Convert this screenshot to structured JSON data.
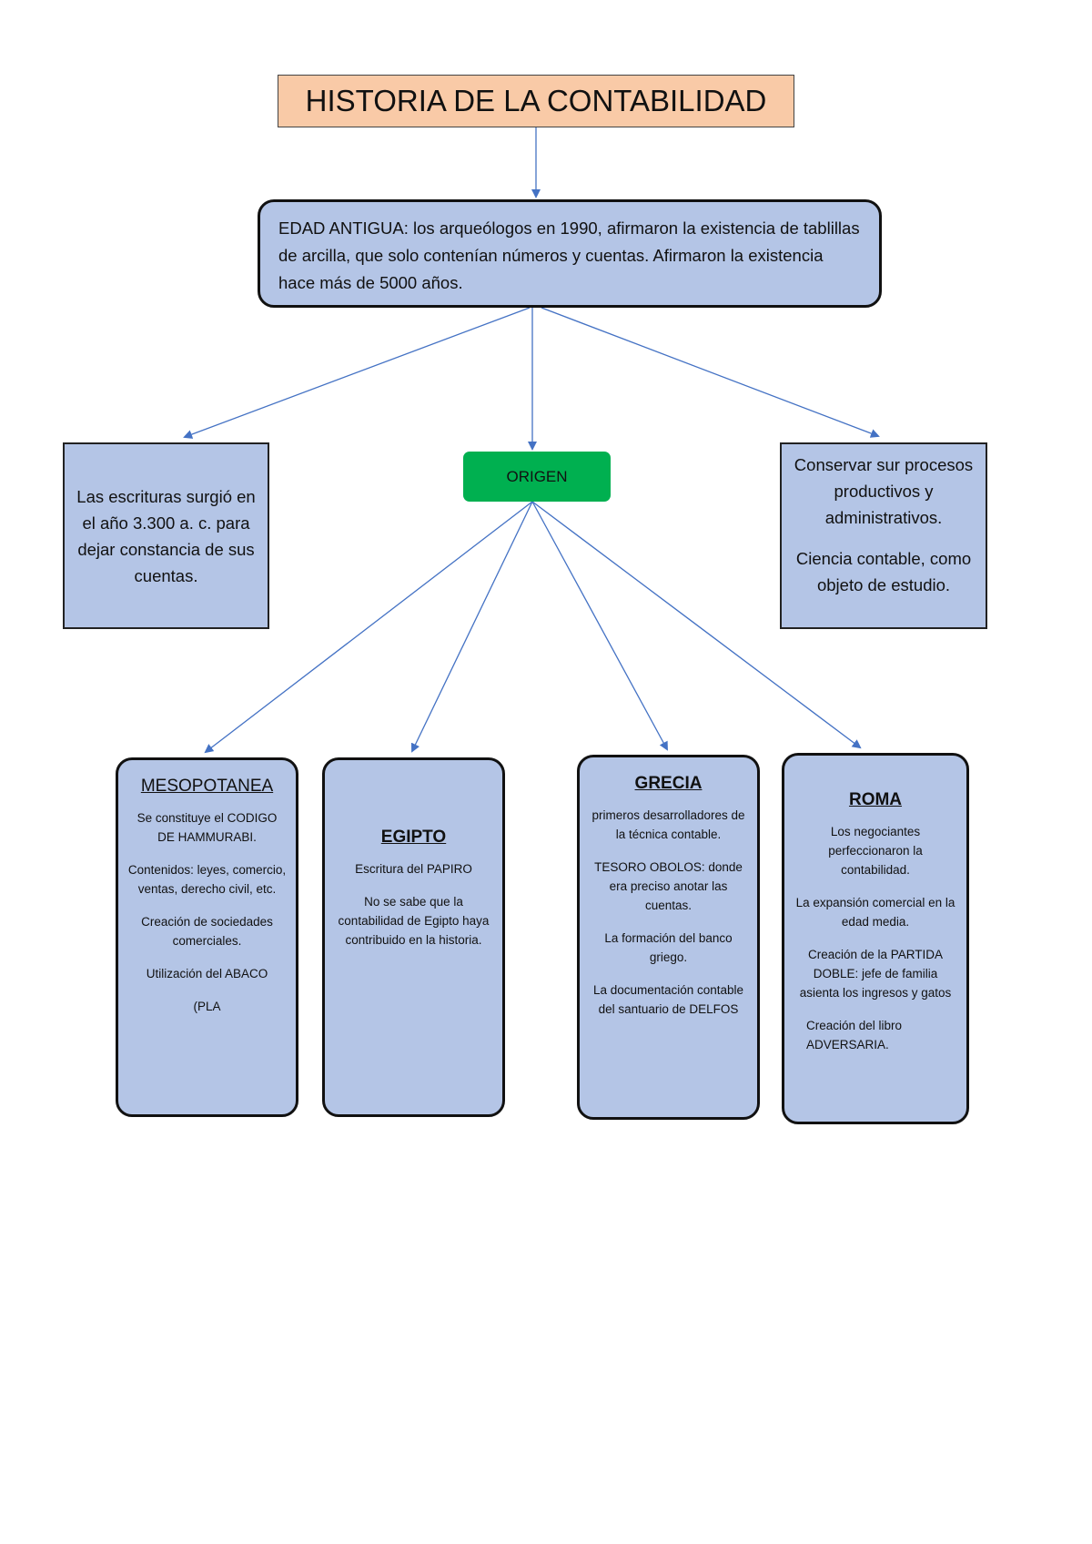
{
  "title": "HISTORIA DE LA CONTABILIDAD",
  "edad_antigua": "EDAD ANTIGUA: los arqueólogos en 1990, afirmaron la existencia de tablillas de arcilla, que solo contenían números y cuentas. Afirmaron la existencia hace más de 5000 años.",
  "origen": "ORIGEN",
  "left_note": "Las escrituras surgió en el año 3.300 a. c. para dejar constancia de sus cuentas.",
  "right_note": {
    "line1": "Conservar sur procesos productivos y administrativos.",
    "line2": "Ciencia contable, como objeto de estudio."
  },
  "mesopotanea": {
    "heading": "MESOPOTANEA",
    "items": [
      "Se constituye el CODIGO DE HAMMURABI.",
      "Contenidos: leyes, comercio, ventas, derecho civil, etc.",
      "Creación de sociedades comerciales.",
      "Utilización del ABACO",
      "(PLA"
    ]
  },
  "egipto": {
    "heading": "EGIPTO",
    "items": [
      "Escritura del PAPIRO",
      "No se sabe que la contabilidad de Egipto haya contribuido en la historia."
    ]
  },
  "grecia": {
    "heading": "GRECIA",
    "items": [
      "primeros desarrolladores de la técnica contable.",
      "TESORO OBOLOS: donde era preciso anotar las cuentas.",
      "La formación del banco griego.",
      "La documentación contable del santuario de DELFOS"
    ]
  },
  "roma": {
    "heading": "ROMA",
    "items": [
      "Los negociantes perfeccionaron la contabilidad.",
      "La expansión comercial en la edad media.",
      "Creación de la PARTIDA DOBLE: jefe de familia asienta los ingresos y gatos",
      "Creación del libro ADVERSARIA."
    ]
  },
  "colors": {
    "title_fill": "#f9caa7",
    "box_fill": "#b4c5e6",
    "origen_fill": "#00b050",
    "connector": "#4472c4"
  }
}
